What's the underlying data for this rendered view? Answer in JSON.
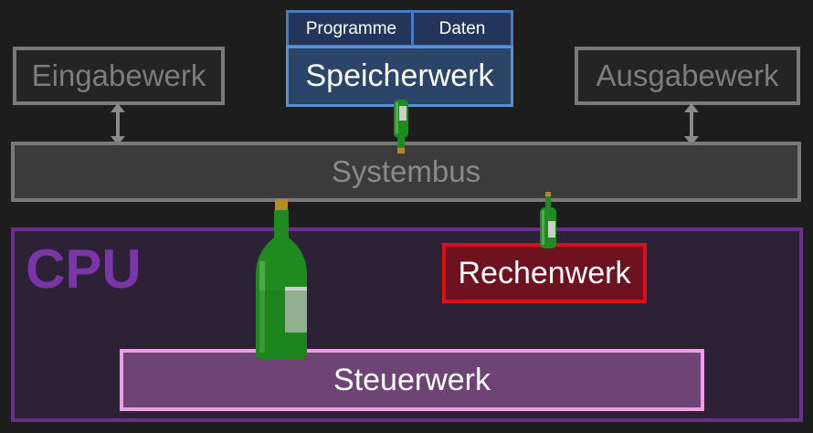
{
  "eingabewerk": "Eingabewerk",
  "ausgabewerk": "Ausgabewerk",
  "speicher": {
    "tabs": [
      "Programme",
      "Daten"
    ],
    "label": "Speicherwerk"
  },
  "systembus": "Systembus",
  "cpu": {
    "label": "CPU",
    "rechenwerk": "Rechenwerk",
    "steuerwerk": "Steuerwerk"
  },
  "colors": {
    "background": "#1d1d1d",
    "gray_border": "#7a7a7a",
    "memory_blue": "#5b8fd6",
    "cpu_purple": "#6a2f8e",
    "alu_red": "#e00d1a",
    "control_pink": "#ee9ee8",
    "bottle_green": "#1f8a1f"
  },
  "icons": [
    "bottle-icon",
    "double-arrow-icon"
  ]
}
